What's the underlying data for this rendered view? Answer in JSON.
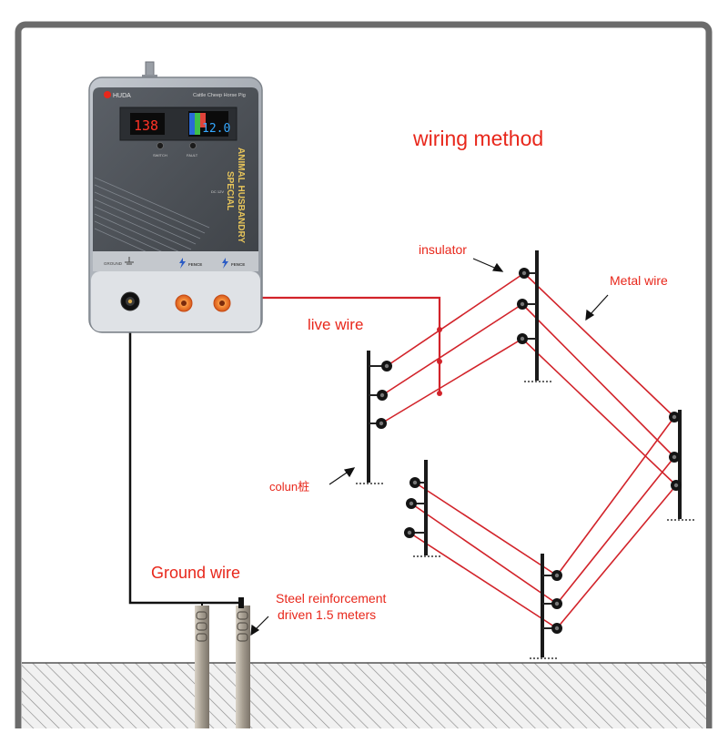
{
  "title": "wiring method",
  "labels": {
    "insulator": "insulator",
    "metal_wire": "Metal wire",
    "live_wire": "live wire",
    "column": "colun桩",
    "ground_wire": "Ground wire",
    "steel_line1": "Steel reinforcement",
    "steel_line2": "driven 1.5 meters"
  },
  "device": {
    "brand": "HUDA",
    "subtitle": "Cattle Cheep Horse Pig",
    "display_left": "138",
    "display_right": "12.0",
    "indicator_left": "SWITCH",
    "indicator_right": "FAULT",
    "side_line1": "ANIMAL HUSBANDRY",
    "side_line2": "SPECIAL",
    "voltage": "DC 12V",
    "terminal_ground": "GROUND",
    "terminal_fence1": "FENCE",
    "terminal_fence2": "FENCE"
  },
  "colors": {
    "frame": "#6b6b6b",
    "wire_red": "#d2232a",
    "ground_wire": "#111111",
    "device_body": "#a7adb5",
    "device_face": "#4d5258",
    "accent_red": "#e8271b",
    "post": "#1a1a1a"
  }
}
